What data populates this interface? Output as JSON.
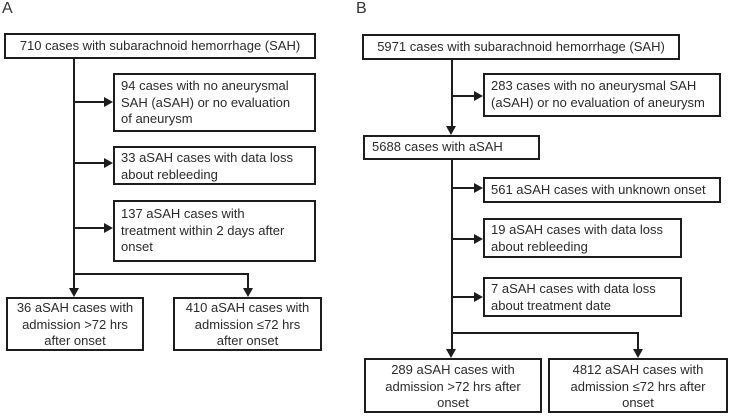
{
  "panelA": {
    "label": "A",
    "root": "710 cases with subarachnoid hemorrhage (SAH)",
    "excl1": "94 cases with no aneurysmal\nSAH (aSAH) or no evaluation\nof aneurysm",
    "excl2": "33 aSAH cases with data loss\nabout rebleeding",
    "excl3": "137 aSAH cases with\ntreatment within 2 days after\nonset",
    "outcomeLate": "36 aSAH cases with\nadmission >72 hrs\nafter onset",
    "outcomeEarly": "410 aSAH cases with\nadmission ≤72 hrs\nafter onset"
  },
  "panelB": {
    "label": "B",
    "root": "5971 cases with subarachnoid hemorrhage (SAH)",
    "excl1": "283 cases with no aneurysmal SAH\n(aSAH) or no evaluation of aneurysm",
    "cohort": "5688 cases with aSAH",
    "excl2": "561 aSAH cases with unknown onset",
    "excl3": "19 aSAH cases with data loss\nabout rebleeding",
    "excl4": "7 aSAH cases with data loss\nabout treatment date",
    "outcomeLate": "289 aSAH cases with\nadmission >72 hrs after\nonset",
    "outcomeEarly": "4812 aSAH cases with\nadmission ≤72 hrs after\nonset"
  }
}
